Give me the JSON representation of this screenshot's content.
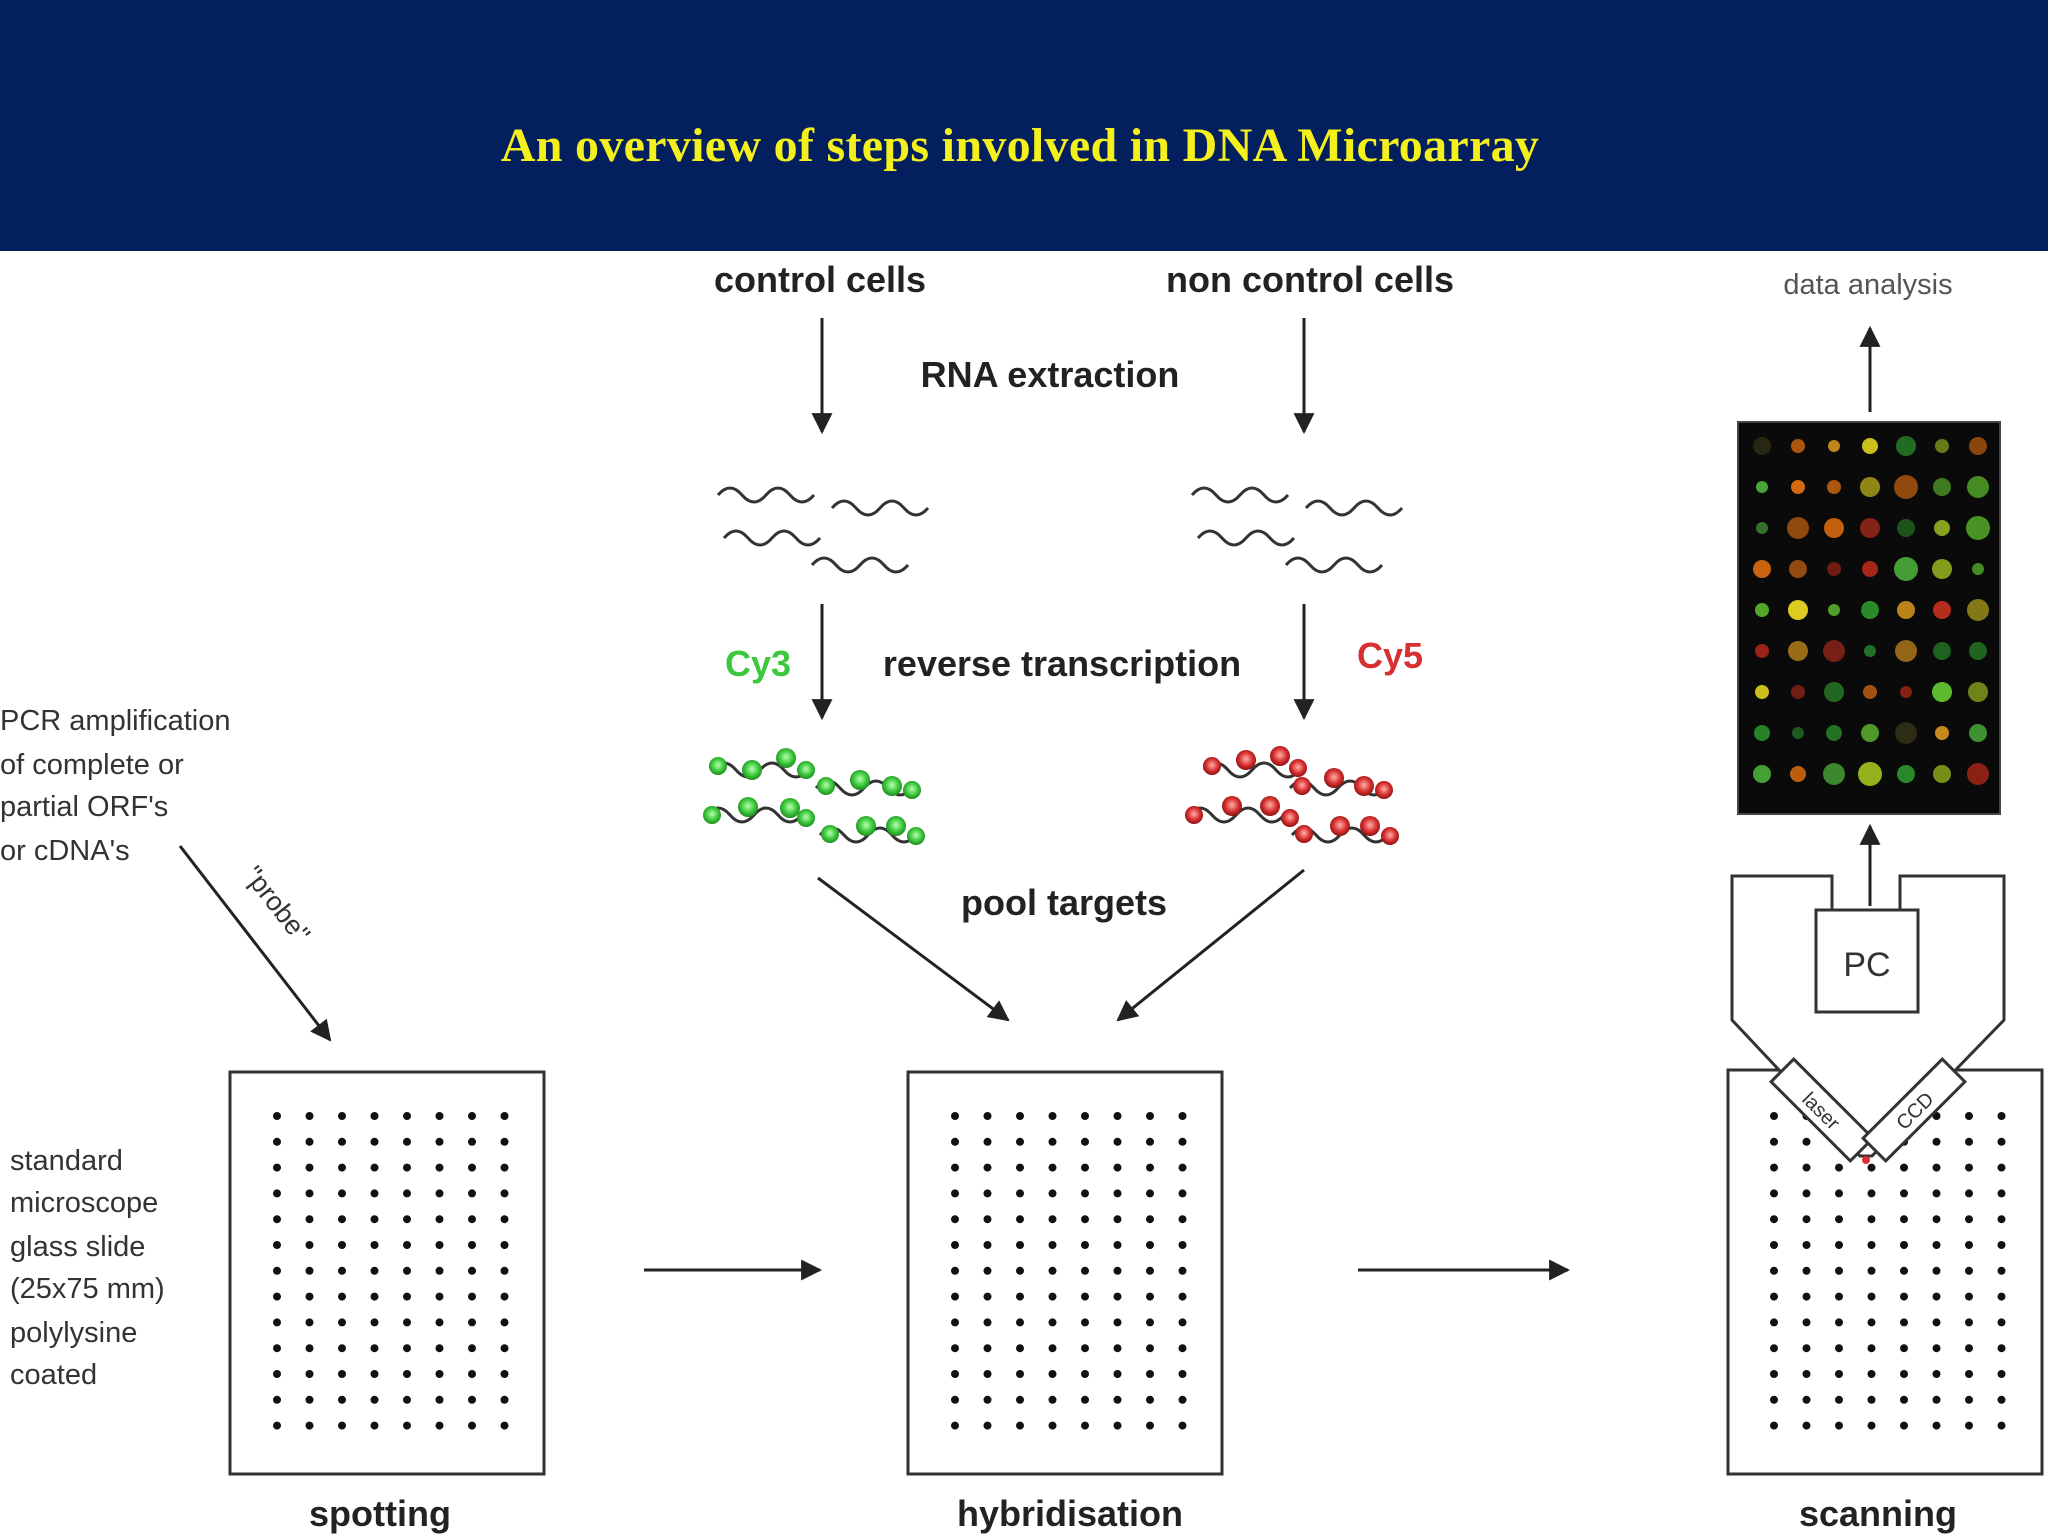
{
  "title": "An overview of steps involved in DNA Microarray",
  "labels": {
    "control_cells": "control cells",
    "non_control_cells": "non control cells",
    "rna_extraction": "RNA extraction",
    "cy3": "Cy3",
    "cy5": "Cy5",
    "reverse_transcription": "reverse transcription",
    "pool_targets": "pool targets",
    "pcr_lines": [
      "PCR amplification",
      "of complete or",
      "partial ORF's",
      "or cDNA's"
    ],
    "probe": "\"probe\"",
    "slide_lines": [
      "standard",
      "microscope",
      "glass slide",
      "(25x75 mm)",
      "polylysine",
      "coated"
    ],
    "data_analysis": "data analysis",
    "pc": "PC",
    "laser": "laser",
    "ccd": "CCD",
    "spotting": "spotting",
    "hybridisation": "hybridisation",
    "scanning": "scanning"
  },
  "colors": {
    "header_bg": "#031f5e",
    "title": "#f4f01e",
    "cy3": "#3cc83c",
    "cy5": "#d83030",
    "ink": "#222222"
  }
}
